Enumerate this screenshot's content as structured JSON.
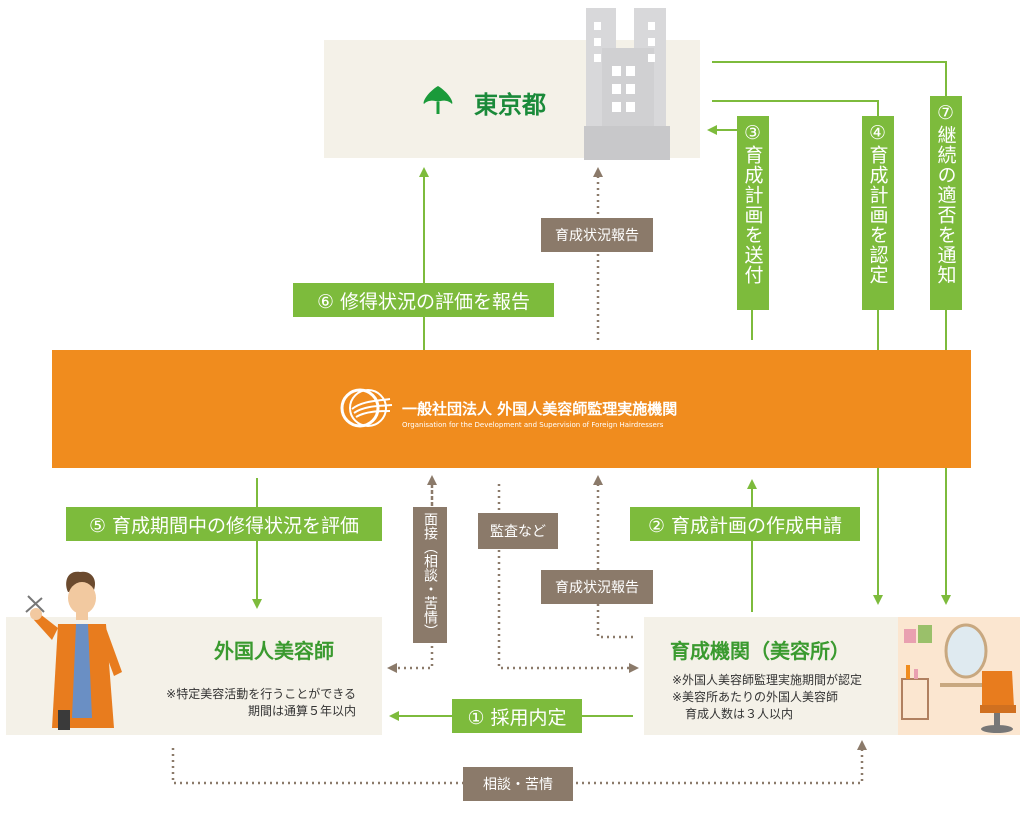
{
  "tokyo": {
    "name": "東京都"
  },
  "organization": {
    "name_ja": "一般社団法人 外国人美容師監理実施機関",
    "name_en": "Organisation for the Development and Supervision of Foreign Hairdressers"
  },
  "hairdresser": {
    "title": "外国人美容師",
    "note_line1": "※特定美容活動を行うことができる",
    "note_line2": "期間は通算５年以内"
  },
  "institution": {
    "title": "育成機関（美容所）",
    "note_line1": "※外国人美容師監理実施期間が認定",
    "note_line2": "※美容所あたりの外国人美容師",
    "note_line3": "育成人数は３人以内"
  },
  "flows": {
    "step1": "① 採用内定",
    "step2": "② 育成計画の作成申請",
    "step3": "③育成計画を送付",
    "step4": "④育成計画を認定",
    "step5": "⑤ 育成期間中の修得状況を評価",
    "step6": "⑥ 修得状況の評価を報告",
    "step7": "⑦継続の適否を通知",
    "report_top": "育成状況報告",
    "report_bottom": "育成状況報告",
    "interview": "面接（相談・苦情）",
    "audit": "監査など",
    "consult": "相談・苦情"
  },
  "colors": {
    "orange": "#f08c1e",
    "green": "#7dbb3c",
    "brown": "#8b7a6a",
    "cream": "#f4f1e8",
    "title_green": "#3a9a2f"
  }
}
